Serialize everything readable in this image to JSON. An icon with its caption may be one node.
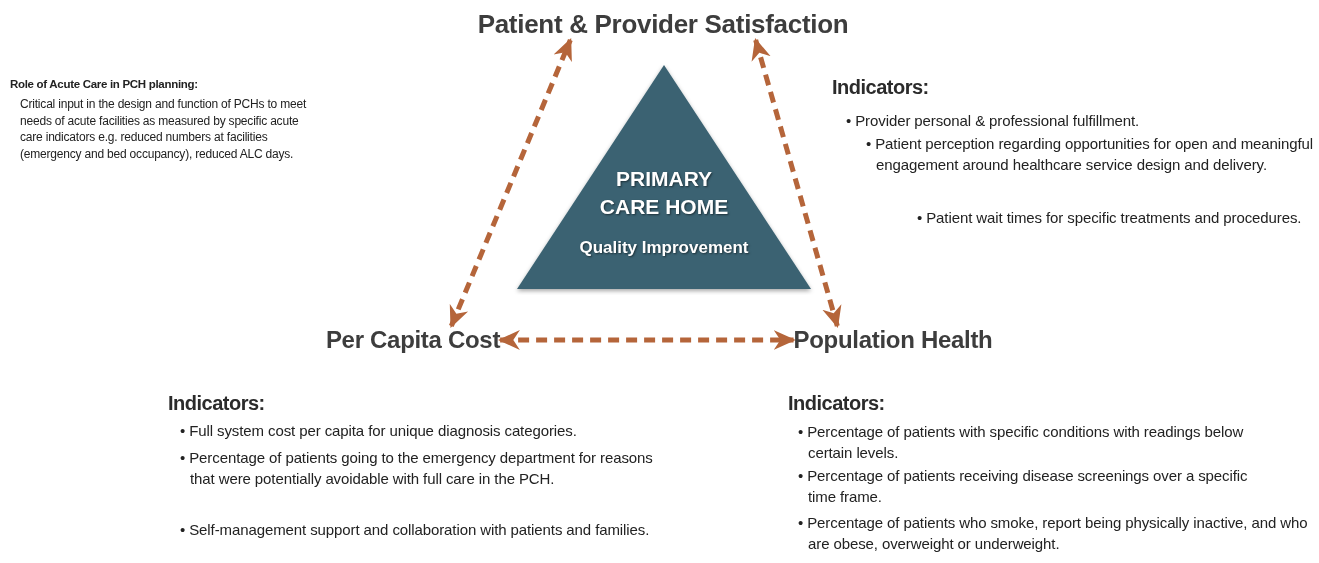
{
  "diagram": {
    "nodes": [
      {
        "text": [
          "Patient & Provider Satisfaction"
        ]
      },
      {
        "text": [
          "PRIMARY CARE HOME",
          "Quality Improvement"
        ]
      },
      {
        "text": [
          "Per Capita Cost"
        ]
      },
      {
        "text": [
          "Population Health"
        ]
      }
    ],
    "edges": [
      {
        "from": 2,
        "to": 0,
        "arrow": "both",
        "style": "dashed"
      },
      {
        "from": 0,
        "to": 3,
        "arrow": "both",
        "style": "dashed"
      },
      {
        "from": 2,
        "to": 3,
        "arrow": "both",
        "style": "dashed"
      }
    ],
    "labels": [
      "Role of Acute Care in PCH planning:",
      "Critical input in the design and function of PCHs to meet needs of acute facilities as measured by specific acute care indicators e.g. reduced numbers at facilities (emergency and bed occupancy), reduced ALC days.",
      "Indicators:",
      "• Provider personal & professional fulfillment.",
      "• Patient perception regarding opportunities for open and meaningful engagement around healthcare service design and delivery.",
      "• Patient wait times for specific treatments and procedures.",
      "Indicators:",
      "• Full system cost per capita for unique diagnosis categories.",
      "• Percentage of patients going to the emergency department for reasons that were potentially avoidable with full care in the PCH.",
      "• Self-management support and collaboration with patients and families.",
      "Indicators:",
      "• Percentage of patients with specific conditions with readings below certain levels.",
      "• Percentage of patients receiving disease screenings over a specific time frame.",
      "• Percentage of patients who smoke, report being physically inactive, and who are obese, overweight or underweight."
    ]
  }
}
